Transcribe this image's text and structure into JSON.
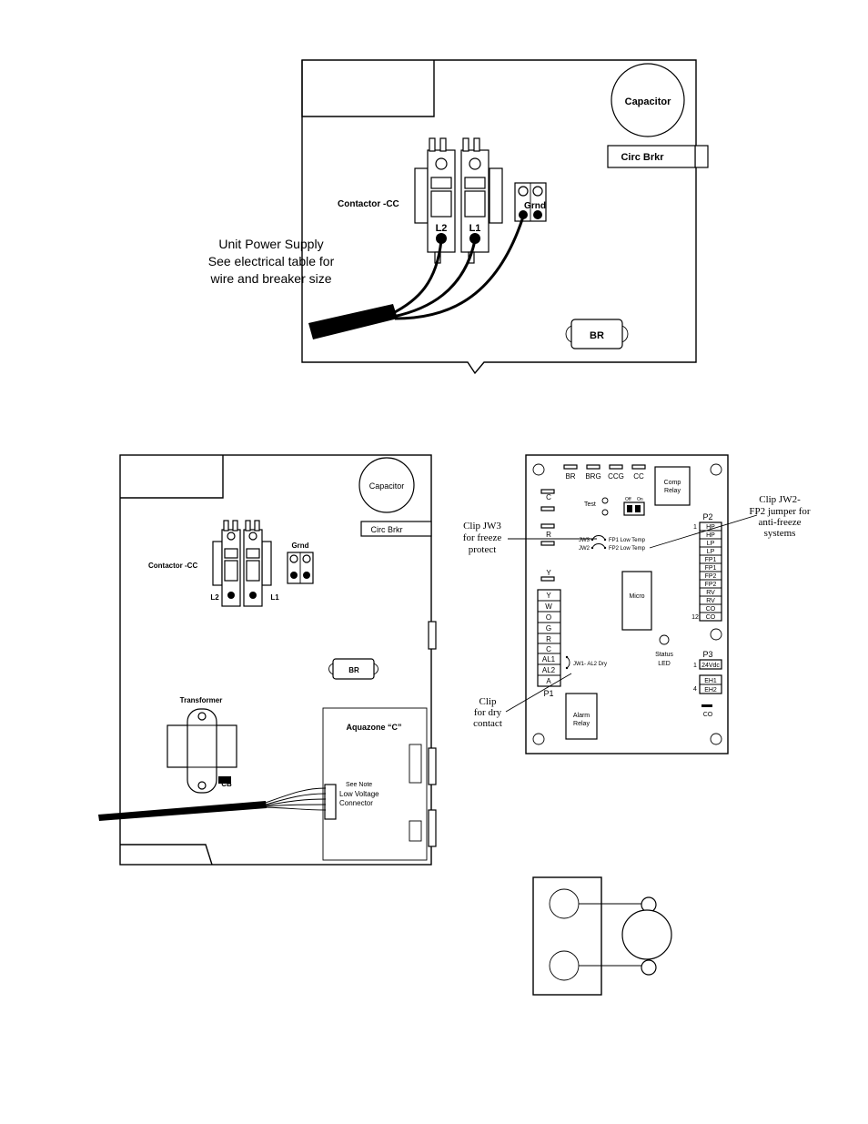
{
  "top_panel": {
    "capacitor": "Capacitor",
    "circ_brkr": "Circ Brkr",
    "contactor": "Contactor -CC",
    "grnd": "Grnd",
    "l2": "L2",
    "l1": "L1",
    "power_line1": "Unit Power Supply",
    "power_line2": "See electrical table for",
    "power_line3": "wire and breaker size",
    "br": "BR"
  },
  "bottom_panel": {
    "capacitor": "Capacitor",
    "circ_brkr": "Circ Brkr",
    "contactor": "Contactor -CC",
    "grnd": "Grnd",
    "l2": "L2",
    "l1": "L1",
    "br": "BR",
    "transformer": "Transformer",
    "cb": "CB",
    "aquazone": "Aquazone “C”",
    "note1": "See Note",
    "note2": "Low Voltage",
    "note3": "Connector"
  },
  "board": {
    "top_leds": [
      "BR",
      "BRG",
      "CCG",
      "CC"
    ],
    "comp_relay1": "Comp",
    "comp_relay2": "Relay",
    "test": "Test",
    "off": "Off",
    "on": "On",
    "c": "C",
    "r": "R",
    "y": "Y",
    "jw3": "JW3",
    "fp1": "FP1 Low Temp",
    "jw2": "JW2",
    "fp2": "FP2 Low Temp",
    "micro": "Micro",
    "status1": "Status",
    "status2": "LED",
    "p1_terminals": [
      "Y",
      "W",
      "O",
      "G",
      "R",
      "C",
      "AL1",
      "AL2",
      "A"
    ],
    "p1": "P1",
    "jw1": "JW1- AL2 Dry",
    "alarm1": "Alarm",
    "alarm2": "Relay",
    "p2": "P2",
    "p2_first": "1",
    "p2_last": "12",
    "p2_terminals": [
      "HP",
      "HP",
      "LP",
      "LP",
      "FP1",
      "FP1",
      "FP2",
      "FP2",
      "RV",
      "RV",
      "CO",
      "CO"
    ],
    "p3": "P3",
    "p3_first": "1",
    "p3_last": "4",
    "p3_terminals": [
      "24Vdc",
      "EH1",
      "EH2"
    ],
    "co": "CO"
  },
  "callouts": {
    "jw3_1": "Clip JW3",
    "jw3_2": "for freeze",
    "jw3_3": "protect",
    "jw2_1": "Clip JW2-",
    "jw2_2": "FP2 jumper for",
    "jw2_3": "anti-freeze",
    "jw2_4": "systems",
    "dry_1": "Clip",
    "dry_2": "for dry",
    "dry_3": "contact"
  }
}
